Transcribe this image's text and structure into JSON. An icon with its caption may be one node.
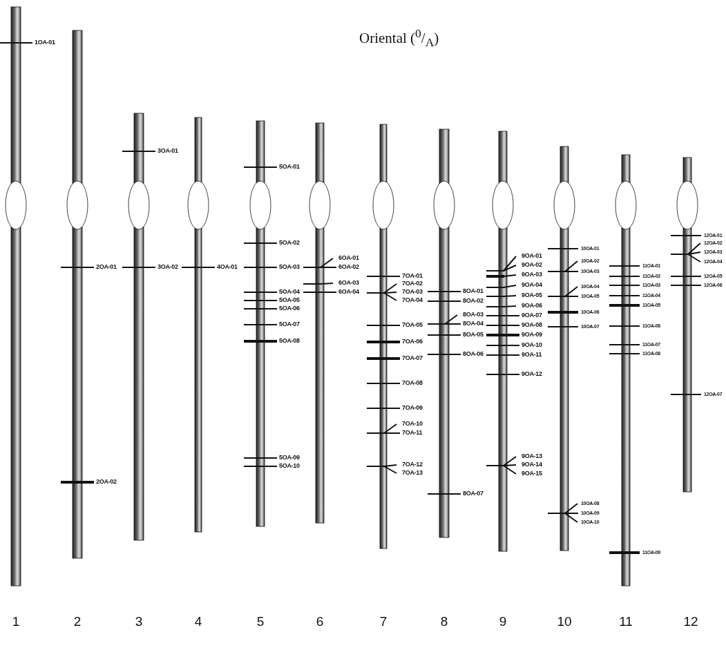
{
  "diagram": {
    "title": "Oriental ($^{0}$/$_{A}$)",
    "labels": [
      "1OA-01",
      "2OA-01",
      "2OA-02",
      "3OA-01",
      "3OA-02",
      "4OA-01",
      "5OA-01",
      "5OA-02",
      "5OA-03",
      "5OA-04",
      "5OA-05",
      "5OA-06",
      "5OA-07",
      "5OA-08",
      "5OA-09",
      "5OA-10",
      "6OA-01",
      "6OA-02",
      "6OA-03",
      "6OA-04",
      "7OA-01",
      "7OA-02",
      "7OA-03",
      "7OA-04",
      "7OA-05",
      "7OA-06",
      "7OA-07",
      "7OA-08",
      "7OA-09",
      "7OA-10",
      "7OA-11",
      "7OA-12",
      "7OA-13",
      "8OA-01",
      "8OA-02",
      "8OA-03",
      "8OA-04",
      "8OA-05",
      "8OA-06",
      "8OA-07",
      "9OA-01",
      "9OA-02",
      "9OA-03",
      "9OA-04",
      "9OA-05",
      "9OA-06",
      "9OA-07",
      "9OA-08",
      "9OA-09",
      "9OA-10",
      "9OA-11",
      "9OA-12",
      "9OA-13",
      "9OA-14",
      "9OA-15",
      "10OA-01",
      "10OA-02",
      "10OA-03",
      "10OA-04",
      "10OA-05",
      "10OA-06",
      "10OA-07",
      "10OA-08",
      "10OA-09",
      "10OA-10",
      "11OA-01",
      "11OA-02",
      "11OA-03",
      "11OA-04",
      "11OA-05",
      "11OA-06",
      "11OA-07",
      "11OA-08",
      "11OA-09",
      "12OA-01",
      "12OA-02",
      "12OA-03",
      "12OA-04",
      "12OA-05",
      "12OA-06",
      "12OA-07",
      "1",
      "2",
      "3",
      "4",
      "5",
      "6",
      "7",
      "8",
      "9",
      "10",
      "11",
      "12"
    ]
  }
}
